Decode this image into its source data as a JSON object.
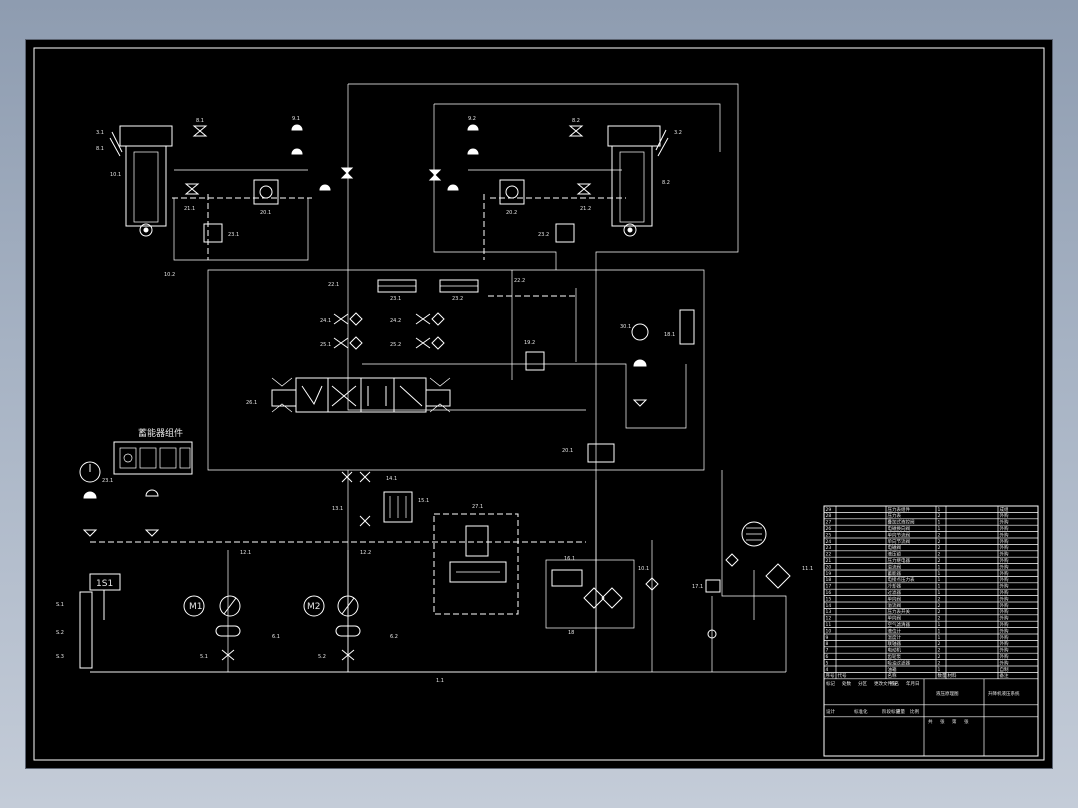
{
  "drawing": {
    "labels": {
      "cyl_left_1": "3.1",
      "cyl_left_2": "8.1",
      "cyl_left_3": "10.1",
      "cyl_right_1": "3.2",
      "cyl_right_2": "8.2",
      "valve_a1": "8.1",
      "valve_a2": "8.2",
      "valve_b1": "9.1",
      "valve_b2": "9.2",
      "check_21": "21.1",
      "check_22": "21.2",
      "mod_201": "20.1",
      "mod_202": "20.2",
      "small_23": "23.1",
      "small_232": "23.2",
      "gauge_left": "10.2",
      "valve_22": "22.1",
      "valve_23": "22.2",
      "prop_231": "23.1",
      "prop_232": "23.2",
      "throttle_24": "24.1",
      "throttle_25": "24.2",
      "throttle_26": "25.1",
      "throttle_27": "25.2",
      "main_valve": "26.1",
      "acc": "18.1",
      "pump_box_title": "27.1",
      "small_valve_192": "19.2",
      "panel_title": "蓄能器组件",
      "press_gauge_1": "23.1",
      "press_gauge_2": "13.1",
      "accum": "30.1",
      "valve_14": "14.1",
      "valve_15": "15.1",
      "filter_box": "16.1",
      "filter_label": "20.1",
      "elec_box": "18",
      "m1": "M1",
      "m2": "M2",
      "s1_box": "1S1",
      "s_labels": [
        "S.1",
        "S.2",
        "S.3"
      ],
      "pump_1": "5.1",
      "pump_2": "5.2",
      "motor_1": "6.1",
      "motor_2": "6.2",
      "line_11": "1.1",
      "valve_12": "12.1",
      "valve_122": "12.2",
      "filter_10": "10.1",
      "right_gauge": "11.1",
      "cooler": "17.1"
    }
  },
  "title_block": {
    "rows": [
      [
        "29",
        "",
        "压力表组件",
        "1",
        "",
        "成组"
      ],
      [
        "28",
        "",
        "压力表",
        "2",
        "",
        "外购"
      ],
      [
        "27",
        "",
        "叠加式液控阀",
        "1",
        "",
        "外购"
      ],
      [
        "26",
        "",
        "电磁换向阀",
        "1",
        "",
        "外购"
      ],
      [
        "25",
        "",
        "单向节流阀",
        "2",
        "",
        "外购"
      ],
      [
        "24",
        "",
        "单向节流阀",
        "2",
        "",
        "外购"
      ],
      [
        "23",
        "",
        "电磁阀",
        "2",
        "",
        "外购"
      ],
      [
        "22",
        "",
        "液压锁",
        "2",
        "",
        "外购"
      ],
      [
        "21",
        "",
        "压力继电器",
        "2",
        "",
        "外购"
      ],
      [
        "20",
        "",
        "溢流阀",
        "1",
        "",
        "外购"
      ],
      [
        "19",
        "",
        "蓄能器",
        "1",
        "",
        "外购"
      ],
      [
        "18",
        "",
        "电接点压力表",
        "1",
        "",
        "外购"
      ],
      [
        "17",
        "",
        "冷却器",
        "1",
        "",
        "外购"
      ],
      [
        "16",
        "",
        "过滤器",
        "1",
        "",
        "外购"
      ],
      [
        "15",
        "",
        "单向阀",
        "2",
        "",
        "外购"
      ],
      [
        "14",
        "",
        "溢流阀",
        "2",
        "",
        "外购"
      ],
      [
        "13",
        "",
        "压力表开关",
        "2",
        "",
        "外购"
      ],
      [
        "12",
        "",
        "单向阀",
        "2",
        "",
        "外购"
      ],
      [
        "11",
        "",
        "空气滤清器",
        "1",
        "",
        "外购"
      ],
      [
        "10",
        "",
        "液位计",
        "1",
        "",
        "外购"
      ],
      [
        "9",
        "",
        "温度计",
        "1",
        "",
        "外购"
      ],
      [
        "8",
        "",
        "联轴器",
        "2",
        "",
        "外购"
      ],
      [
        "7",
        "",
        "电动机",
        "2",
        "",
        "外购"
      ],
      [
        "6",
        "",
        "齿轮泵",
        "2",
        "",
        "外购"
      ],
      [
        "5",
        "",
        "吸油过滤器",
        "2",
        "",
        "外购"
      ],
      [
        "4",
        "",
        "油箱",
        "1",
        "",
        "自制"
      ]
    ],
    "header": [
      "序号",
      "代号",
      "名称",
      "数量",
      "材料",
      "备注"
    ],
    "drawing_title": "液压原理图",
    "project": "升降机液压系统",
    "signature_row": [
      "标记",
      "处数",
      "分区",
      "更改文件号",
      "签名",
      "年月日"
    ],
    "design_row": [
      "设计",
      "",
      "标准化",
      "",
      "阶段标记",
      "重量",
      "比例"
    ],
    "scale_row": [
      "共",
      "张",
      "第",
      "张"
    ]
  },
  "colors": {
    "page_bg_top": "#8e9cb0",
    "sheet": "#000000",
    "line": "#ffffff"
  }
}
